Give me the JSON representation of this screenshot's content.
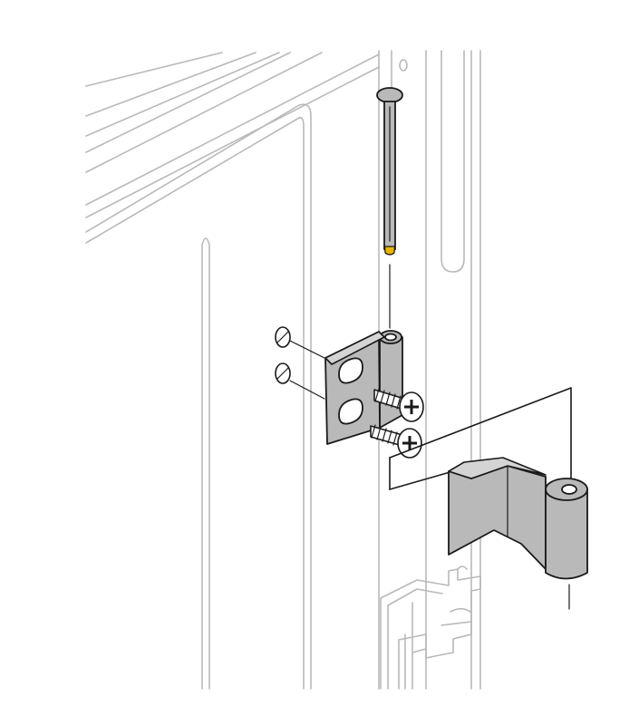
{
  "figure": {
    "palette": {
      "outline": "#1a1a1a",
      "frame_line": "#b9b9b9",
      "metal": "#b9b9b9",
      "pin_tip": "#e8b400",
      "background": "#ffffff"
    },
    "parts": [
      "cabinet-frame",
      "hinge-pin",
      "hinge-leaf",
      "screw-top",
      "screw-bottom",
      "washer-top",
      "washer-bottom",
      "door-hinge-knuckle",
      "frame-profile"
    ]
  }
}
